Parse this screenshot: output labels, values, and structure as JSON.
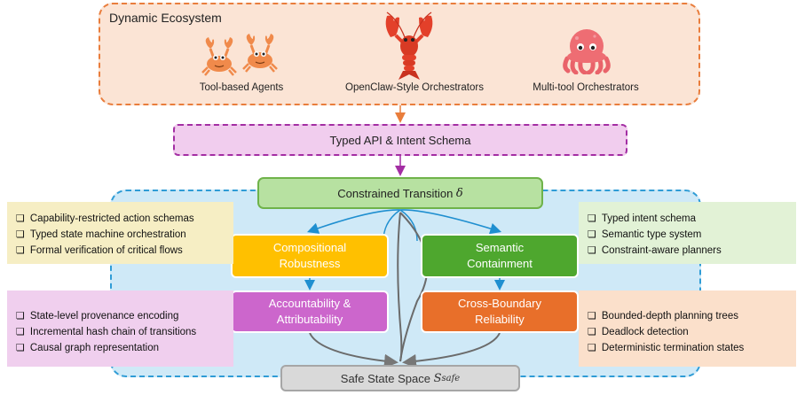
{
  "ecosystem": {
    "title": "Dynamic Ecosystem",
    "agents": [
      {
        "label": "Tool-based Agents",
        "icon": "crab-icon"
      },
      {
        "label": "OpenClaw-Style Orchestrators",
        "icon": "lobster-icon"
      },
      {
        "label": "Multi-tool Orchestrators",
        "icon": "octopus-icon"
      }
    ]
  },
  "api": {
    "label": "Typed API & Intent Schema"
  },
  "transition": {
    "label": "Constrained Transition ",
    "symbol": "δ"
  },
  "properties": {
    "compositional": [
      "Compositional",
      "Robustness"
    ],
    "semantic": [
      "Semantic",
      "Containment"
    ],
    "accountability": [
      "Accountability &",
      "Attributability"
    ],
    "cross_boundary": [
      "Cross-Boundary",
      "Reliability"
    ]
  },
  "safe": {
    "label": "Safe State Space ",
    "symbol": "S",
    "subscript": "safe"
  },
  "notes": {
    "top_left": [
      "Capability-restricted action schemas",
      "Typed state machine orchestration",
      "Formal verification of critical flows"
    ],
    "top_right": [
      "Typed intent schema",
      "Semantic type system",
      "Constraint-aware planners"
    ],
    "bottom_left": [
      "State-level provenance encoding",
      "Incremental hash chain of transitions",
      "Causal graph representation"
    ],
    "bottom_right": [
      "Bounded-depth planning trees",
      "Deadlock detection",
      "Deterministic termination states"
    ]
  },
  "colors": {
    "ecosystem_border": "#e97d3c",
    "ecosystem_fill": "#fbe4d5",
    "api_border": "#a32ea3",
    "api_fill": "#f1cdee",
    "container_border": "#2f9cd6",
    "container_fill": "#cfe9f7",
    "transition_fill": "#b7e1a1",
    "compositional": "#ffc000",
    "semantic": "#4ea72e",
    "accountability": "#cc66cc",
    "cross_boundary": "#e86f2a",
    "safe_fill": "#d9d9d9"
  }
}
